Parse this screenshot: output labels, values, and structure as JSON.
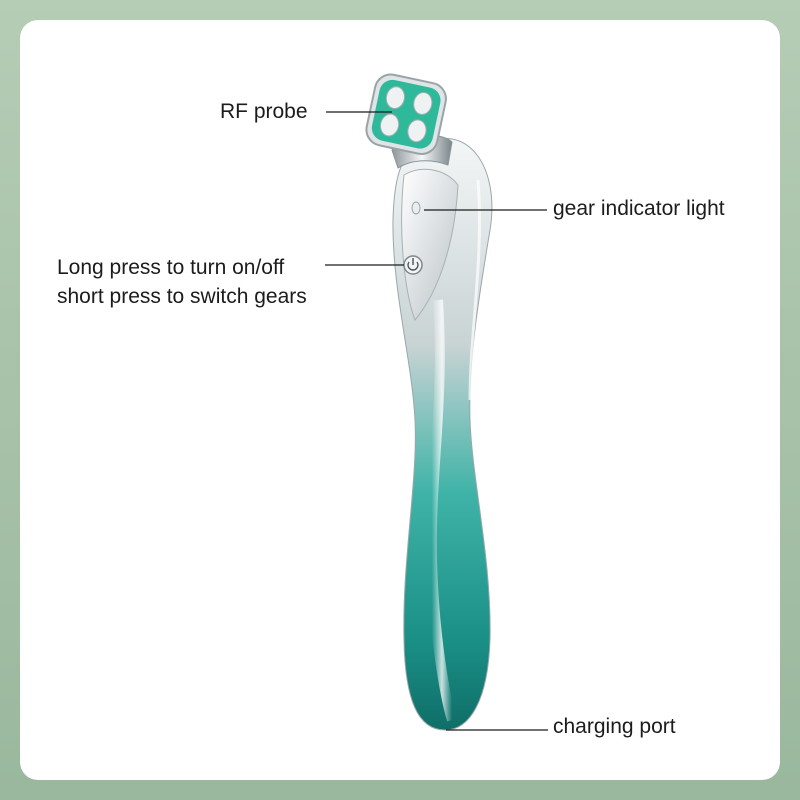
{
  "labels": {
    "rf_probe": "RF probe",
    "gear_indicator": "gear indicator light",
    "power_line1": "Long press to turn on/off",
    "power_line2": "short press to switch gears",
    "charging_port": "charging port"
  },
  "colors": {
    "background": "#a6c2a8",
    "card": "#ffffff",
    "device_teal": "#1fa89a",
    "device_silver": "#d9dde0",
    "probe_face": "#2fb99b",
    "text": "#1c1c1c"
  },
  "icons": {
    "power_button": "power-icon"
  }
}
